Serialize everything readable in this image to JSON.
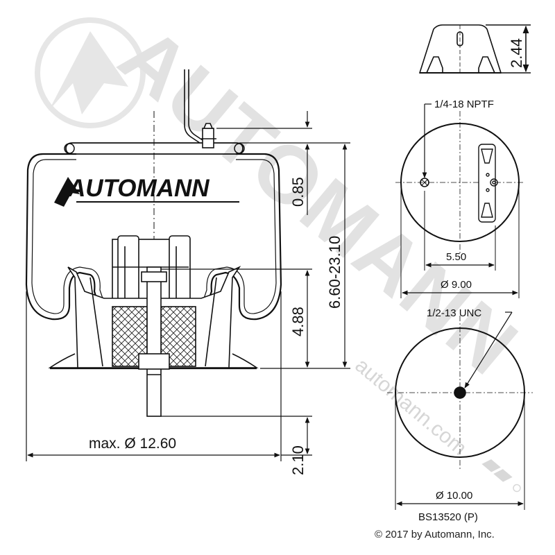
{
  "watermark": {
    "text": "AUTOMANN",
    "url": "automann.com"
  },
  "brand_logo": {
    "text": "AUTOMANN"
  },
  "side_view": {
    "dim_max_diameter": "max. Ø 12.60",
    "dim_085": "0.85",
    "dim_488": "4.88",
    "dim_height": "6.60-23.10",
    "dim_210": "2.10"
  },
  "bracket_view": {
    "dim_244": "2.44"
  },
  "top_view": {
    "port_label": "1/4-18 NPTF",
    "dim_550": "5.50",
    "dim_diameter": "Ø 9.00"
  },
  "bottom_view": {
    "thread_label": "1/2-13 UNC",
    "dim_diameter": "Ø 10.00"
  },
  "part_number": "BS13520 (P)",
  "copyright": "© 2017 by Automann, Inc."
}
